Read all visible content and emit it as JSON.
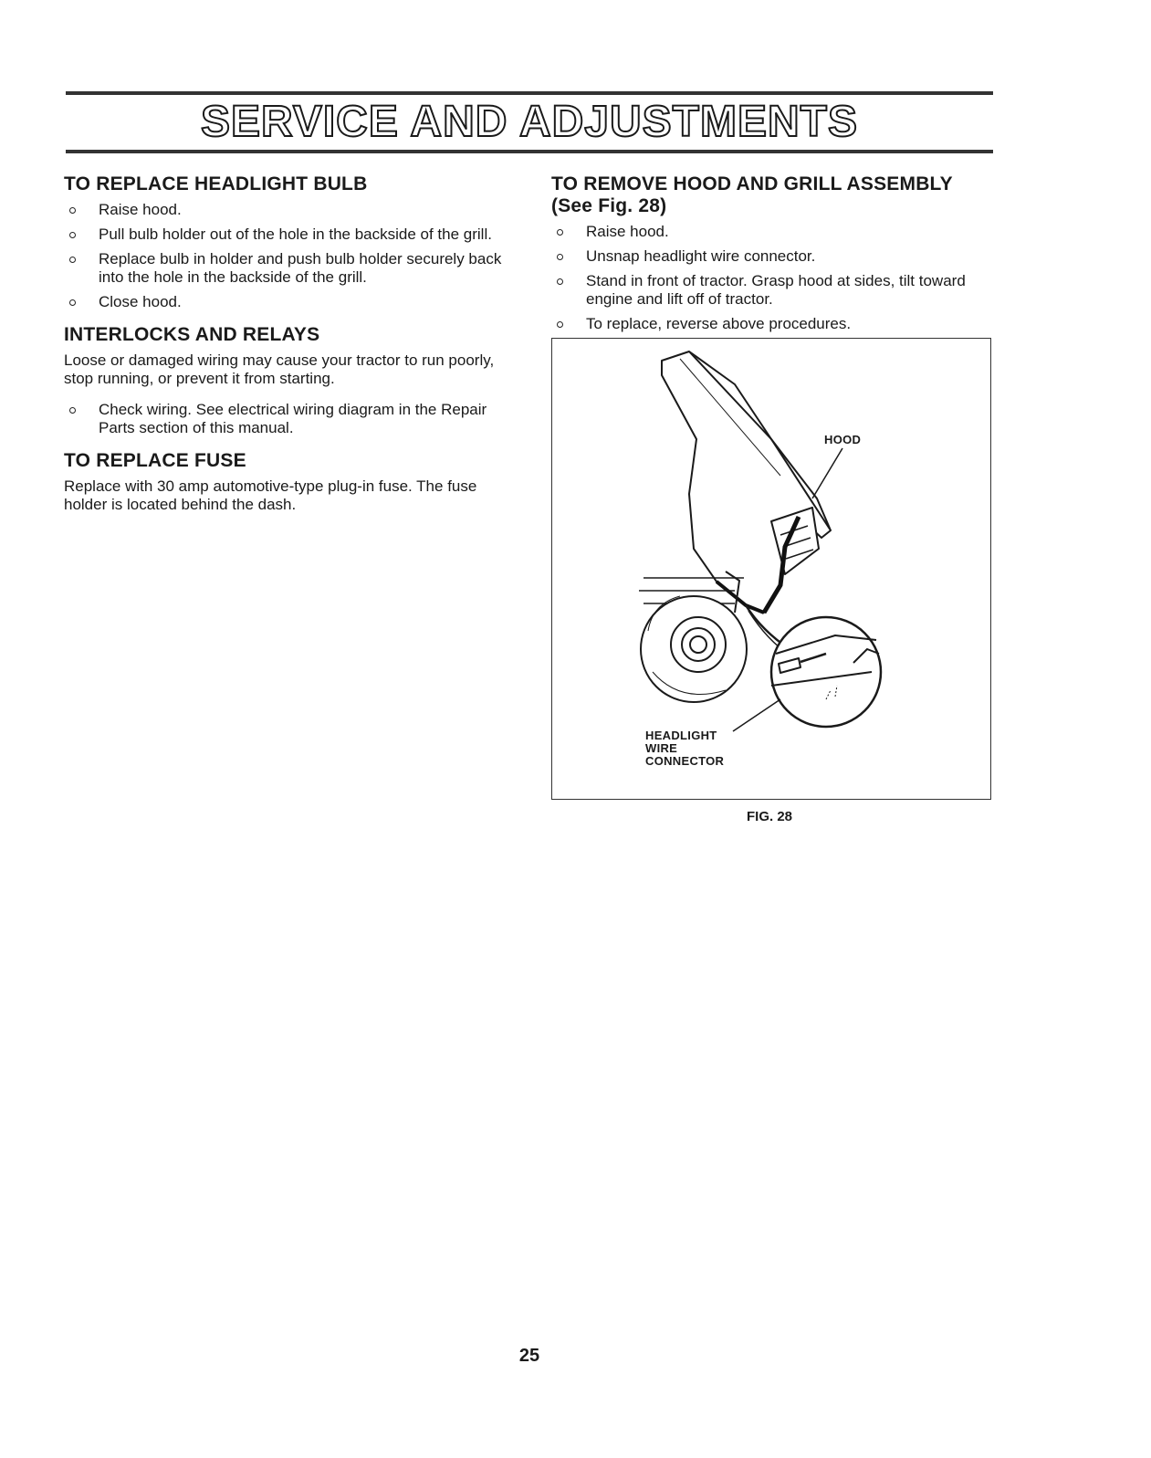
{
  "page": {
    "title": "SERVICE AND ADJUSTMENTS",
    "number": "25"
  },
  "headlight": {
    "heading": "TO REPLACE HEADLIGHT BULB",
    "steps": [
      "Raise hood.",
      "Pull bulb holder out of the hole in the backside of the grill.",
      "Replace bulb in holder and push bulb holder securely back into the hole in the backside of the grill.",
      "Close hood."
    ]
  },
  "interlocks": {
    "heading": "INTERLOCKS AND RELAYS",
    "body": "Loose or damaged wiring may cause your tractor to run poorly, stop running, or prevent it from starting.",
    "steps": [
      "Check wiring. See electrical wiring diagram in the Repair Parts section of this manual."
    ]
  },
  "fuse": {
    "heading": "TO REPLACE FUSE",
    "body": "Replace with 30 amp automotive-type plug-in fuse. The fuse holder is located behind the dash."
  },
  "hood": {
    "heading_line1": "TO REMOVE HOOD AND GRILL ASSEMBLY",
    "heading_line2": "(See Fig. 28)",
    "steps": [
      "Raise hood.",
      "Unsnap headlight wire connector.",
      "Stand in front of tractor. Grasp hood at sides, tilt toward engine and lift off of tractor.",
      "To replace, reverse above procedures."
    ]
  },
  "figure": {
    "caption": "FIG. 28",
    "labels": {
      "hood": "HOOD",
      "connector_line1": "HEADLIGHT",
      "connector_line2": "WIRE",
      "connector_line3": "CONNECTOR"
    }
  }
}
